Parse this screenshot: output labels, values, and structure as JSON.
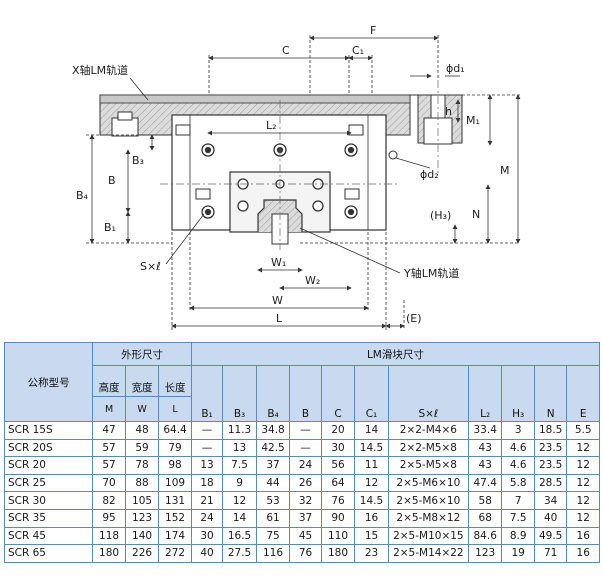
{
  "drawing": {
    "x_rail_label": "X轴LM轨道",
    "y_rail_label": "Y轴LM轨道",
    "dims": {
      "F": "F",
      "C": "C",
      "C1": "C₁",
      "d1": "ϕd₁",
      "h": "h",
      "M1": "M₁",
      "d2": "ϕd₂",
      "M": "M",
      "L2": "L₂",
      "B3": "B₃",
      "B": "B",
      "B4": "B₄",
      "B1": "B₁",
      "H3": "(H₃)",
      "N": "N",
      "Sxl": "S×ℓ",
      "W1": "W₁",
      "W2": "W₂",
      "W": "W",
      "L": "L",
      "E": "(E)"
    }
  },
  "table": {
    "model_header": "公称型号",
    "outer_group": "外形尺寸",
    "lm_group": "LM滑块尺寸",
    "outer_cols": [
      {
        "label": "高度",
        "sym": "M"
      },
      {
        "label": "宽度",
        "sym": "W"
      },
      {
        "label": "长度",
        "sym": "L"
      }
    ],
    "lm_cols": [
      "B₁",
      "B₃",
      "B₄",
      "B",
      "C",
      "C₁",
      "S×ℓ",
      "L₂",
      "H₃",
      "N",
      "E"
    ],
    "rows": [
      [
        "SCR 15S",
        "47",
        "48",
        "64.4",
        "—",
        "11.3",
        "34.8",
        "—",
        "20",
        "14",
        "2×2-M4×6",
        "33.4",
        "3",
        "18.5",
        "5.5"
      ],
      [
        "SCR 20S",
        "57",
        "59",
        "79",
        "—",
        "13",
        "42.5",
        "—",
        "30",
        "14.5",
        "2×2-M5×8",
        "43",
        "4.6",
        "23.5",
        "12"
      ],
      [
        "SCR 20",
        "57",
        "78",
        "98",
        "13",
        "7.5",
        "37",
        "24",
        "56",
        "11",
        "2×5-M5×8",
        "43",
        "4.6",
        "23.5",
        "12"
      ],
      [
        "SCR 25",
        "70",
        "88",
        "109",
        "18",
        "9",
        "44",
        "26",
        "64",
        "12",
        "2×5-M6×10",
        "47.4",
        "5.8",
        "28.5",
        "12"
      ],
      [
        "SCR 30",
        "82",
        "105",
        "131",
        "21",
        "12",
        "53",
        "32",
        "76",
        "14.5",
        "2×5-M6×10",
        "58",
        "7",
        "34",
        "12"
      ],
      [
        "SCR 35",
        "95",
        "123",
        "152",
        "24",
        "14",
        "61",
        "37",
        "90",
        "16",
        "2×5-M8×12",
        "68",
        "7.5",
        "40",
        "12"
      ],
      [
        "SCR 45",
        "118",
        "140",
        "174",
        "30",
        "16.5",
        "75",
        "45",
        "110",
        "15",
        "2×5-M10×15",
        "84.6",
        "8.9",
        "49.5",
        "16"
      ],
      [
        "SCR 65",
        "180",
        "226",
        "272",
        "40",
        "27.5",
        "116",
        "76",
        "180",
        "23",
        "2×5-M14×22",
        "123",
        "19",
        "71",
        "16"
      ]
    ]
  }
}
